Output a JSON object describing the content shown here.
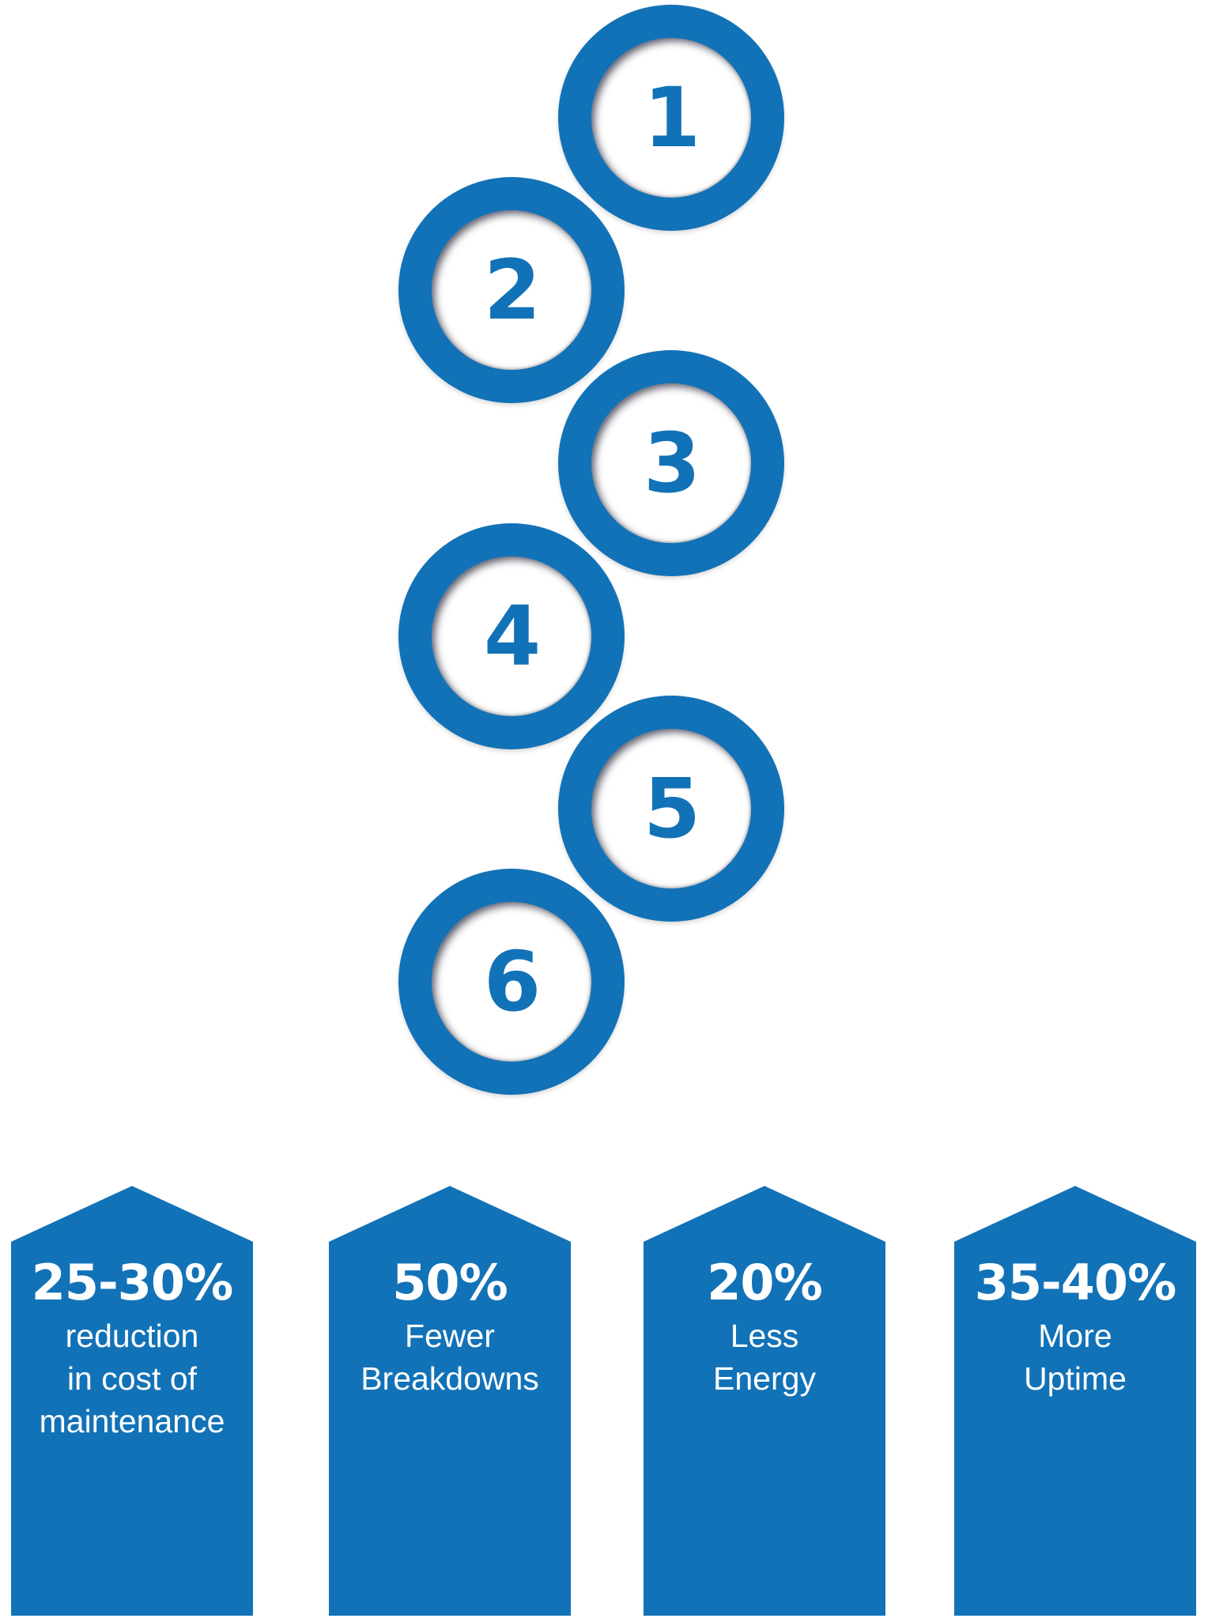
{
  "steps": [
    "1",
    "2",
    "3",
    "4",
    "5",
    "6"
  ],
  "stats": [
    {
      "value": "25-30%",
      "description": "reduction\nin cost of\nmaintenance"
    },
    {
      "value": "50%",
      "description": "Fewer\nBreakdowns"
    },
    {
      "value": "20%",
      "description": "Less\nEnergy"
    },
    {
      "value": "35-40%",
      "description": "More\nUptime"
    }
  ],
  "colors": {
    "primary": "#1272b7",
    "background": "#ffffff",
    "text_on_primary": "#ffffff"
  }
}
